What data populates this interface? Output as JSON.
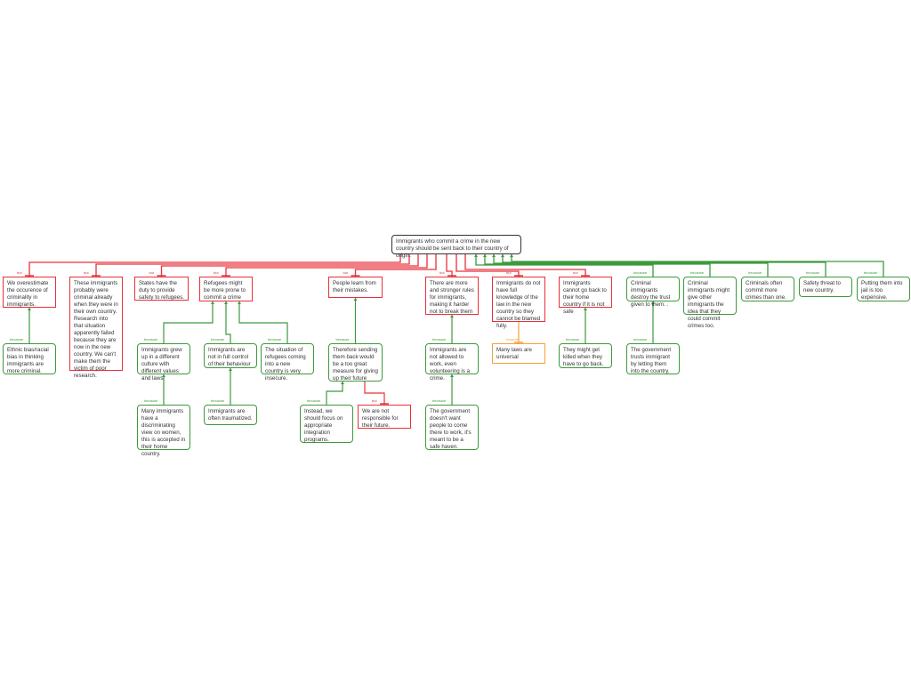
{
  "root": "Immigrants who commit a crime in the new country should be sent back to their country of origin.",
  "labels": {
    "but": "but",
    "because": "because",
    "however": "however"
  },
  "nodes": {
    "a1": "We overestimate the occurence of criminality in immigrants.",
    "a1c": "Ethnic bias/racial bias in thinking immigrants are more criminal.",
    "a2": "These immigrants probably were criminal already when they were in their own country. Research into that situation apparently failed because they are now in the new country. We can't make them the victim of poor research.",
    "a3": "States have the duty to provide safety to refugees.",
    "a4": "Refugees might be more prone to commit a crime",
    "a4c1": "Immigrants grew up in a different culture with different values and laws.",
    "a4c1c": "Many immigrants have a discriminating view on women, this is accepted in their home country.",
    "a4c2": "Immigrants are not in full control of their behaviour",
    "a4c2c": "Immigrants are often traumatized.",
    "a4c3": "The situation of refugees coming into a new country is very insecure.",
    "a5": "People learn from their mistakes.",
    "a5c": "Therefore sending them back would be a too great measure for giving up their future",
    "a5c1": "Instead, we should focus on appropriate integration programs.",
    "a5c2": "We are not responsible for their future.",
    "a6": "There are more and stronger rules for immigrants, making it harder not to break them",
    "a6c": "Immigrants are not allowed to work, even volunteering is a crime.",
    "a6cc": "The government doesn't want people to come there to work, it's meant to be a safe haven.",
    "a7": "Immigrants do not have full knowledge of the law in the new country so they cannot be blamed fully.",
    "a7c": "Many laws are universal",
    "a8": "Immigrants cannot go back to their home country if it is not safe",
    "a8c": "They might get killed when they have to go back.",
    "g1": "Criminal immigrants destroy the trust given to them.  .",
    "g1c": "The government trusts immigrant by letting them into the country.",
    "g2": "Criminal immigrants might give other immigrants the idea that they could commit crimes too.",
    "g3": "Criminals often commit more crimes than one.",
    "g4": "Safety threat to new country.",
    "g5": "Putting them into jail is too expensive."
  },
  "colors": {
    "oppose": "#e8303a",
    "support": "#3c9a3c",
    "rebut": "#f5a23a",
    "root": "#333333"
  }
}
